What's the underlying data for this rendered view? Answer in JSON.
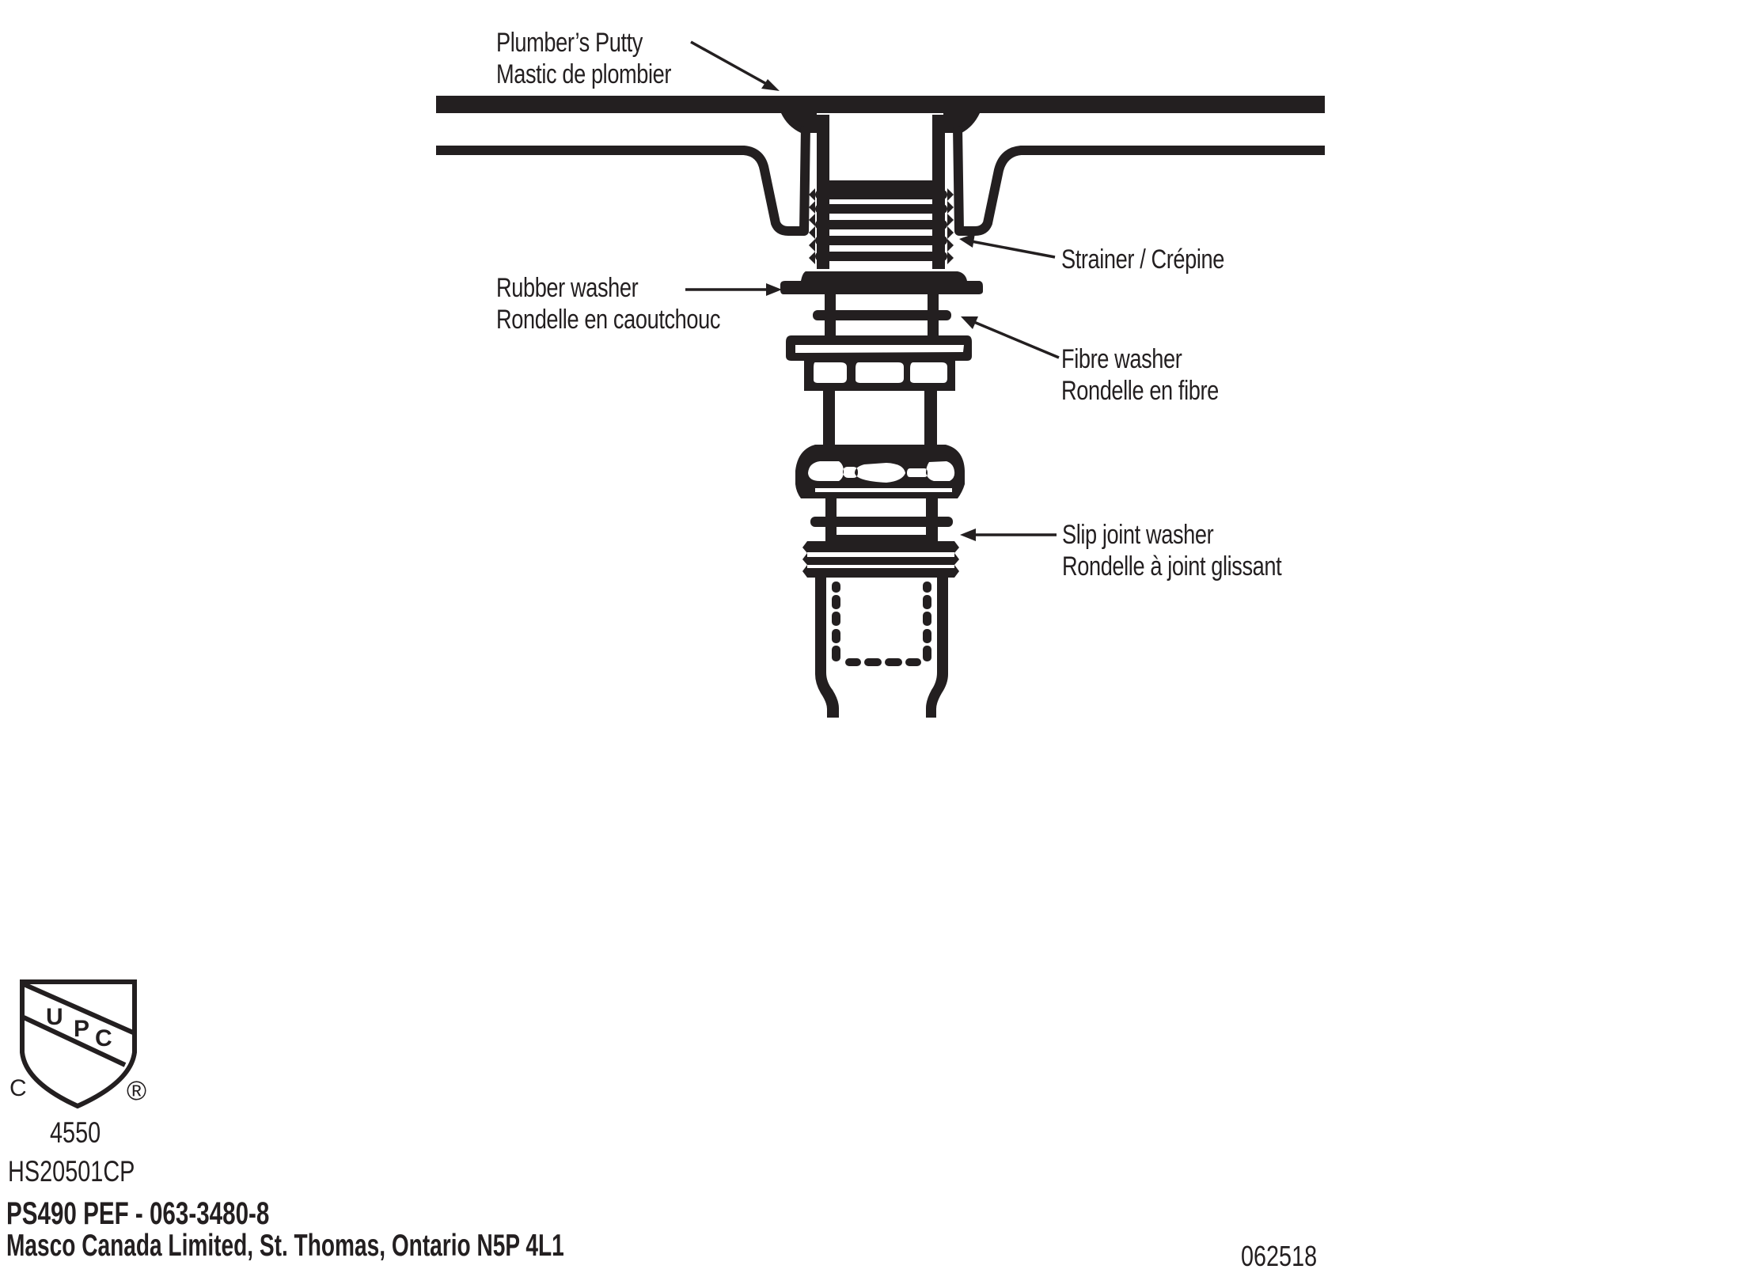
{
  "diagram": {
    "title": "Sink strainer installation diagram",
    "ink_color": "#231f20",
    "background": "#ffffff",
    "callouts": [
      {
        "id": "plumbers-putty",
        "en": "Plumber’s Putty",
        "fr": "Mastic de plombier"
      },
      {
        "id": "strainer",
        "en": "Strainer / Crépine",
        "fr": ""
      },
      {
        "id": "rubber-washer",
        "en": "Rubber washer",
        "fr": "Rondelle en caoutchouc"
      },
      {
        "id": "fibre-washer",
        "en": "Fibre washer",
        "fr": "Rondelle en fibre"
      },
      {
        "id": "slip-joint-washer",
        "en": "Slip joint washer",
        "fr": "Rondelle à joint glissant"
      }
    ]
  },
  "certification": {
    "mark_letters": [
      "U",
      "P",
      "C"
    ],
    "left_mark": "C",
    "registered_mark": "®",
    "listing_number": "4550",
    "model_number": "HS20501CP"
  },
  "footer": {
    "part_code": "PS490 PEF - 063-3480-8",
    "company_address": "Masco Canada Limited, St. Thomas, Ontario  N5P 4L1",
    "date_code": "062518"
  }
}
